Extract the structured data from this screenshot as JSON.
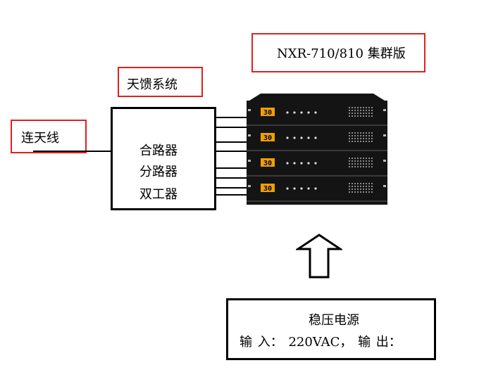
{
  "labels": {
    "model": "NXR-710/810 集群版",
    "feeder_system": "天馈系统",
    "antenna": "连天线",
    "combiner": "合路器",
    "splitter": "分路器",
    "duplexer": "双工器",
    "power_title": "稳压电源",
    "power_specs": "输 入： 220VAC， 输 出："
  },
  "rack": {
    "units": [
      {
        "display": "30"
      },
      {
        "display": "30"
      },
      {
        "display": "30"
      },
      {
        "display": "30"
      }
    ],
    "panel_color": "#141414",
    "display_color": "#f0a000"
  },
  "colors": {
    "callout_border": "#e02020",
    "line": "#000000"
  }
}
